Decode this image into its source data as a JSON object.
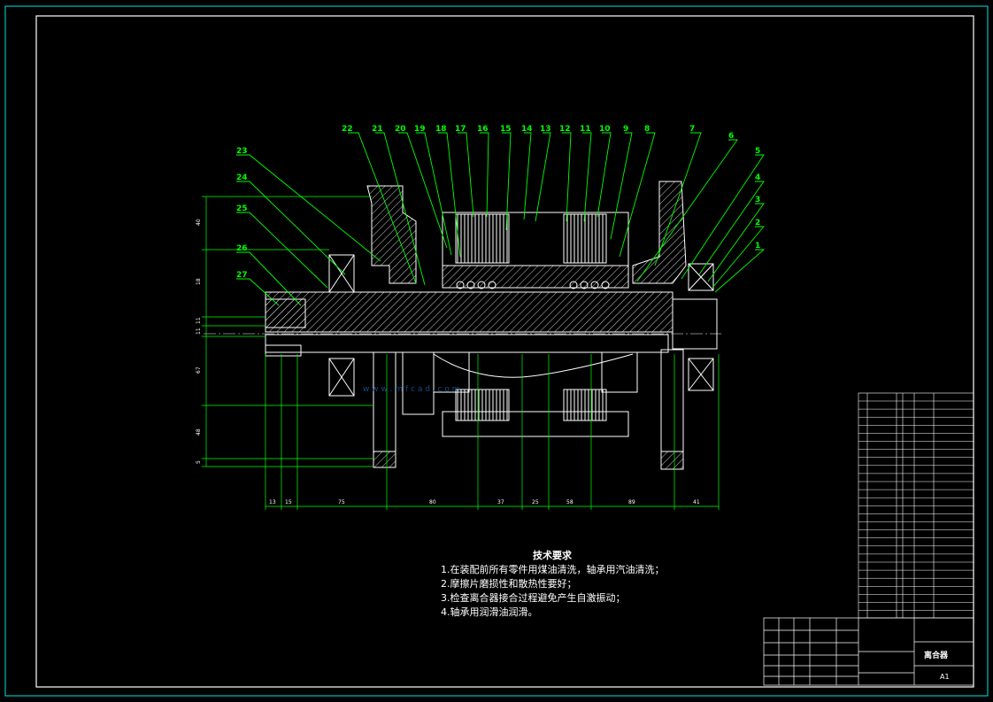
{
  "drawing": {
    "title": "离合器",
    "sheet_size": "A1",
    "part_labels": [
      "22",
      "21",
      "20",
      "19",
      "18",
      "17",
      "16",
      "15",
      "14",
      "13",
      "12",
      "11",
      "10",
      "9",
      "8",
      "7",
      "6",
      "5",
      "4",
      "3",
      "2",
      "1",
      "23",
      "24",
      "25",
      "26",
      "27"
    ],
    "left_dims": [
      "40",
      "18",
      "11",
      "11",
      "67",
      "48",
      "5"
    ],
    "bottom_dims": [
      "13",
      "15",
      "75",
      "80",
      "37",
      "25",
      "58",
      "89",
      "41"
    ],
    "watermark": "w w w . m f c a d . c o m"
  },
  "tech_notes": {
    "title": "技术要求",
    "items": [
      "1.在装配前所有零件用煤油清洗，轴承用汽油清洗；",
      "2.摩擦片磨损性和散热性要好；",
      "3.检查离合器接合过程避免产生自激振动；",
      "4.轴承用润滑油润滑。"
    ]
  },
  "colors": {
    "frame": "#00e5e5",
    "lines": "#ffffff",
    "labels": "#00ff00",
    "dims": "#00ff00",
    "hatch": "#ffffff"
  }
}
